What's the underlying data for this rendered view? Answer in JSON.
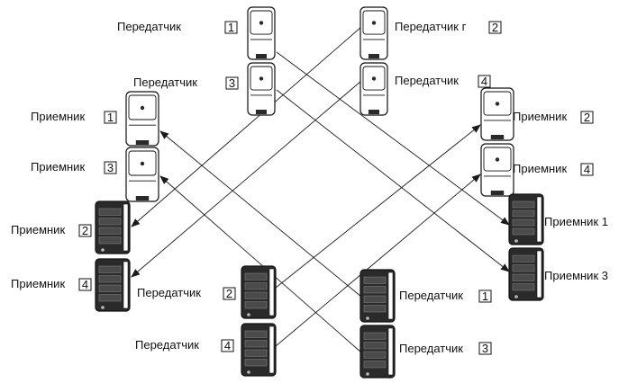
{
  "colors": {
    "line": "#1a1a1a",
    "light_body": "#ffffff",
    "dark_body": "#2a2a2a",
    "outline": "#111111"
  },
  "nodes": [
    {
      "id": "t1_top",
      "text": "Передатчик",
      "num": "1",
      "style": "light",
      "icon": "transmitter-light-icon"
    },
    {
      "id": "t2_top",
      "text": "Передатчик г",
      "num": "2",
      "style": "light",
      "icon": "transmitter-light-icon"
    },
    {
      "id": "t3_top",
      "text": "Передатчик",
      "num": "3",
      "style": "light",
      "icon": "transmitter-light-icon"
    },
    {
      "id": "t4_top",
      "text": "Передатчик",
      "num": "4",
      "style": "light",
      "icon": "transmitter-light-icon"
    },
    {
      "id": "r1_left",
      "text": "Приемник",
      "num": "1",
      "style": "light",
      "icon": "receiver-light-icon"
    },
    {
      "id": "r3_left",
      "text": "Приемник",
      "num": "3",
      "style": "light",
      "icon": "receiver-light-icon"
    },
    {
      "id": "r2_right",
      "text": "Приемник",
      "num": "2",
      "style": "light",
      "icon": "receiver-light-icon"
    },
    {
      "id": "r4_right",
      "text": "Приемник",
      "num": "4",
      "style": "light",
      "icon": "receiver-light-icon"
    },
    {
      "id": "r2_left",
      "text": "Приемник",
      "num": "2",
      "style": "dark",
      "icon": "receiver-dark-icon"
    },
    {
      "id": "r4_left",
      "text": "Приемник",
      "num": "4",
      "style": "dark",
      "icon": "receiver-dark-icon"
    },
    {
      "id": "r1_right",
      "text": "Приемник 1",
      "num": "",
      "style": "dark",
      "icon": "receiver-dark-icon"
    },
    {
      "id": "r3_right",
      "text": "Приемник 3",
      "num": "",
      "style": "dark",
      "icon": "receiver-dark-icon"
    },
    {
      "id": "t2_bot",
      "text": "Передатчик",
      "num": "2",
      "style": "dark",
      "icon": "transmitter-dark-icon"
    },
    {
      "id": "t4_bot",
      "text": "Передатчик",
      "num": "4",
      "style": "dark",
      "icon": "transmitter-dark-icon"
    },
    {
      "id": "t1_bot",
      "text": "Передатчик",
      "num": "1",
      "style": "dark",
      "icon": "transmitter-dark-icon"
    },
    {
      "id": "t3_bot",
      "text": "Передатчик",
      "num": "3",
      "style": "dark",
      "icon": "transmitter-dark-icon"
    }
  ],
  "connections": [
    {
      "from": "t1_top",
      "to": "r1_right"
    },
    {
      "from": "t3_top",
      "to": "r3_right"
    },
    {
      "from": "t2_top",
      "to": "r2_left"
    },
    {
      "from": "t4_top",
      "to": "r4_left"
    },
    {
      "from": "t1_bot",
      "to": "r1_left"
    },
    {
      "from": "t3_bot",
      "to": "r3_left"
    },
    {
      "from": "t2_bot",
      "to": "r2_right"
    },
    {
      "from": "t4_bot",
      "to": "r4_right"
    }
  ]
}
